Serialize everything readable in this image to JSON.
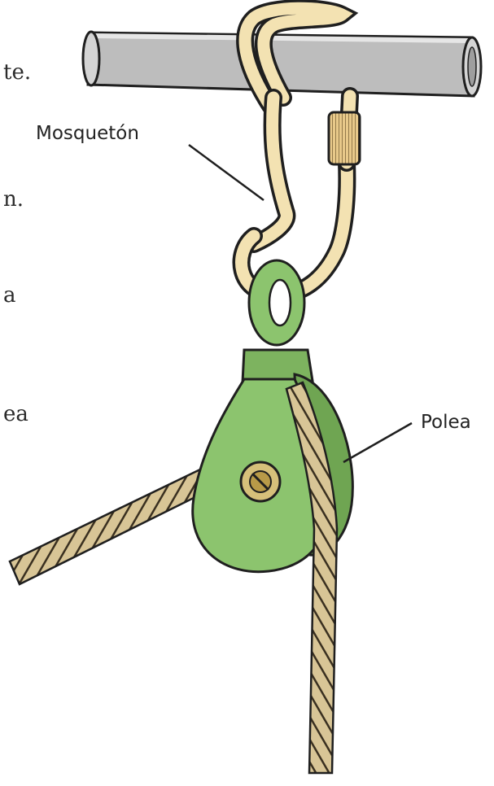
{
  "text_fragments": [
    "te.",
    "n.",
    "a",
    "ea"
  ],
  "labels": {
    "carabiner": "Mosquetón",
    "pulley": "Polea"
  },
  "colors": {
    "bar": "#bdbdbd",
    "carabiner": "#f3e2b2",
    "pulley": "#8cc46e",
    "rope": "#d8c596",
    "outline": "#1f1f1f"
  }
}
